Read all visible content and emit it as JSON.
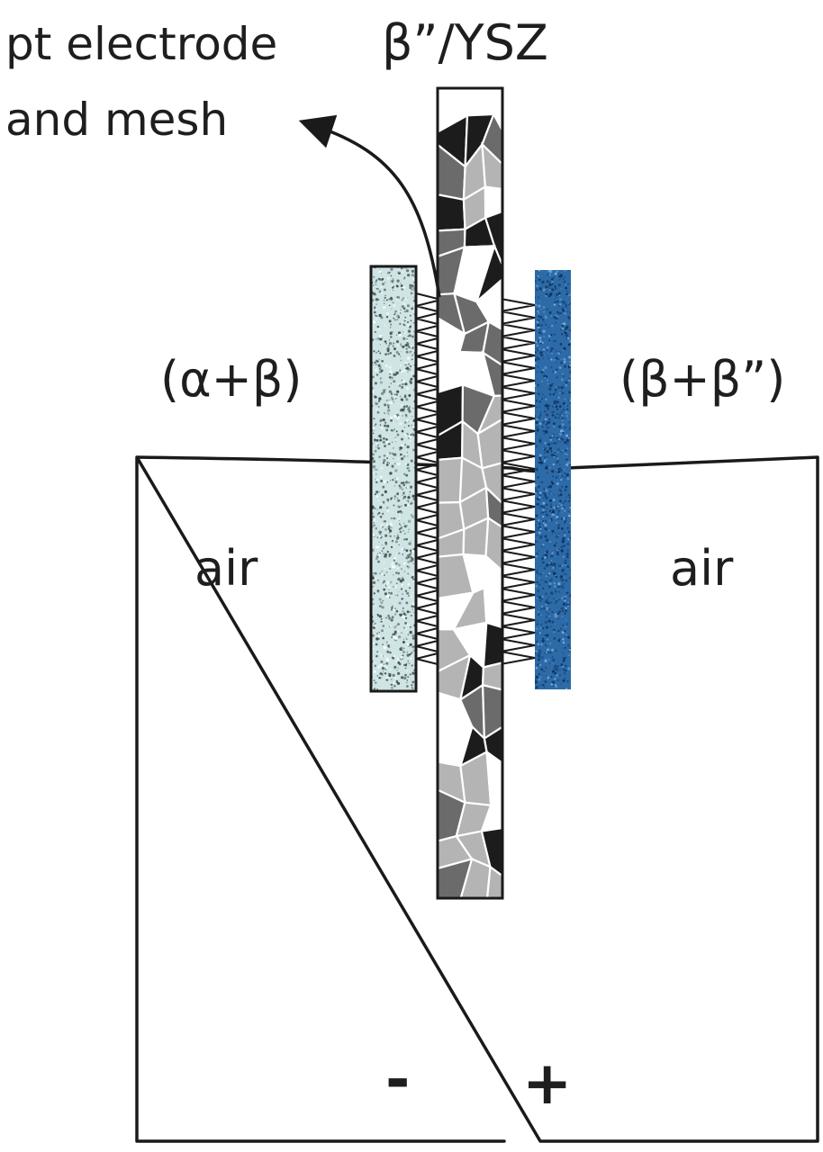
{
  "labels": {
    "pt_electrode_line1": "pt electrode",
    "pt_electrode_line2": "and mesh",
    "electrolyte": "β”/YSZ",
    "left_electrode": "(α+β)",
    "right_electrode": "(β+β”)",
    "left_atmosphere": "air",
    "right_atmosphere": "air",
    "negative_terminal": "-",
    "positive_terminal": "+"
  },
  "colors": {
    "left_electrode_base": "#cfe4e4",
    "left_electrode_speckle": "#3d4a4c",
    "right_electrode_base": "#2c6aa8",
    "right_electrode_speckle": "#0d2f57",
    "grain_dark": "#1c1c1c",
    "grain_mid": "#6b6b6b",
    "grain_light": "#b4b4b4",
    "grain_white": "#ffffff",
    "wire": "#1a1a1a"
  }
}
